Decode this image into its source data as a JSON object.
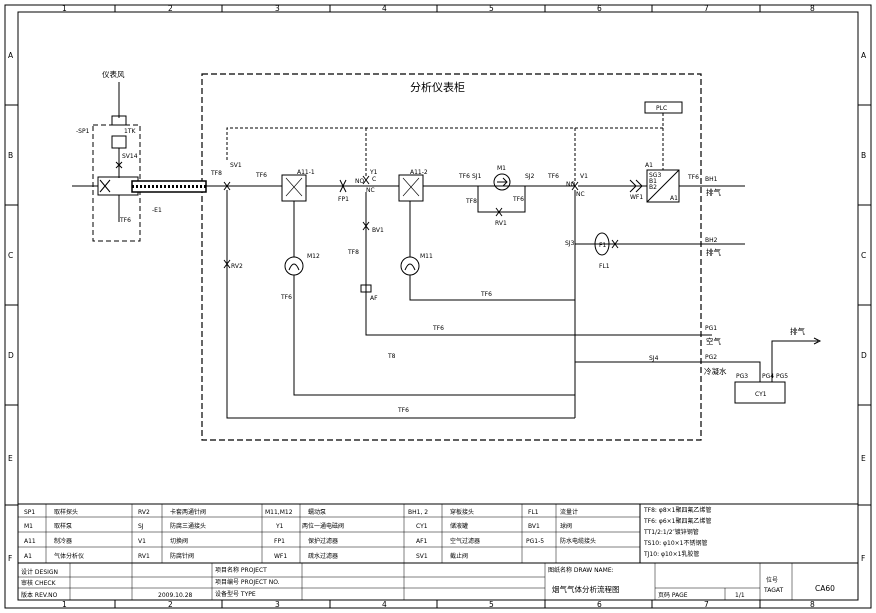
{
  "frame": {
    "columns": [
      "1",
      "2",
      "3",
      "4",
      "5",
      "6",
      "7",
      "8"
    ],
    "rows": [
      "A",
      "B",
      "C",
      "D",
      "E",
      "F"
    ]
  },
  "diagram": {
    "cabinet_title": "分析仪表柜",
    "instrument_air": "仪表风",
    "exhaust_1": "排气",
    "exhaust_2": "排气",
    "exhaust_3": "排气",
    "air": "空气",
    "condensate": "冷凝水",
    "tags": {
      "sp1": "-SP1",
      "tk": "1TK",
      "sv14": "SV14",
      "e1": "-E1",
      "sv1": "SV1",
      "a11_1": "A11-1",
      "a11_2": "A11-2",
      "fp1": "FP1",
      "y1": "Y1",
      "y1_nc": "NC",
      "y1_no": "NO",
      "y1_c": "C",
      "sj1": "SJ1",
      "m1": "M1",
      "sj2": "SJ2",
      "v1": "V1",
      "v1_nc": "NC",
      "v1_no": "NO",
      "rv1": "RV1",
      "rv2": "RV2",
      "plc": "PLC",
      "a1": "A1",
      "sg3": "SG3",
      "b1": "B1",
      "b2": "B2",
      "a1_s": "A1",
      "bh1": "BH1",
      "bh2": "BH2",
      "wf1": "WF1",
      "sj3": "SJ3",
      "f1": "F1",
      "fl1": "FL1",
      "m12": "M12",
      "m11": "M11",
      "af": "AF",
      "bv1": "BV1",
      "pg1": "PG1",
      "pg2": "PG2",
      "pg3": "PG3",
      "pg4": "PG4",
      "pg5": "PG5",
      "cy1": "CY1",
      "sj4": "SJ4",
      "tf6": "TF6",
      "tf8": "TF8",
      "t8": "T8"
    }
  },
  "legend": [
    {
      "code": "SP1",
      "name": "取样探头"
    },
    {
      "code": "M1",
      "name": "取样泵"
    },
    {
      "code": "A11",
      "name": "制冷器"
    },
    {
      "code": "A1",
      "name": "气体分析仪"
    },
    {
      "code": "RV2",
      "name": "卡套两通针阀"
    },
    {
      "code": "SJ",
      "name": "防腐三通接头"
    },
    {
      "code": "V1",
      "name": "切换阀"
    },
    {
      "code": "RV1",
      "name": "防腐针阀"
    },
    {
      "code": "M11,M12",
      "name": "蠕动泵"
    },
    {
      "code": "Y1",
      "name": "两位一通电磁阀"
    },
    {
      "code": "FP1",
      "name": "保护过滤器"
    },
    {
      "code": "WF1",
      "name": "疏水过滤器"
    },
    {
      "code": "BH1, 2",
      "name": "穿板接头"
    },
    {
      "code": "CY1",
      "name": "储液罐"
    },
    {
      "code": "AF1",
      "name": "空气过滤器"
    },
    {
      "code": "SV1",
      "name": "截止阀"
    },
    {
      "code": "FL1",
      "name": "流量计"
    },
    {
      "code": "BV1",
      "name": "球阀"
    },
    {
      "code": "PG1-5",
      "name": "防水电缆接头"
    }
  ],
  "pipe_notes": [
    "TF8: φ8×1聚四氟乙烯管",
    "TF6: φ6×1聚四氟乙烯管",
    "TT1/2:1/2″镀锌钢管",
    "TS10: φ10×1不锈钢管",
    "TJ10: φ10×1乳胶管"
  ],
  "title_block": {
    "design": "设计 DESIGN",
    "check": "审核 CHECK",
    "rev": "版本 REV.NO",
    "date": "2009.10.28",
    "project_name_label": "项目名称 PROJECT",
    "project_no_label": "项目编号 PROJECT NO.",
    "type_label": "设备型号 TYPE",
    "drawing_name_label": "图纸名称 DRAW NAME:",
    "drawing_name": "烟气气体分析流程图",
    "page_label": "页码 PAGE",
    "page": "1/1",
    "pos_label": "位号",
    "tagat": "TAGAT",
    "code": "CA60"
  }
}
